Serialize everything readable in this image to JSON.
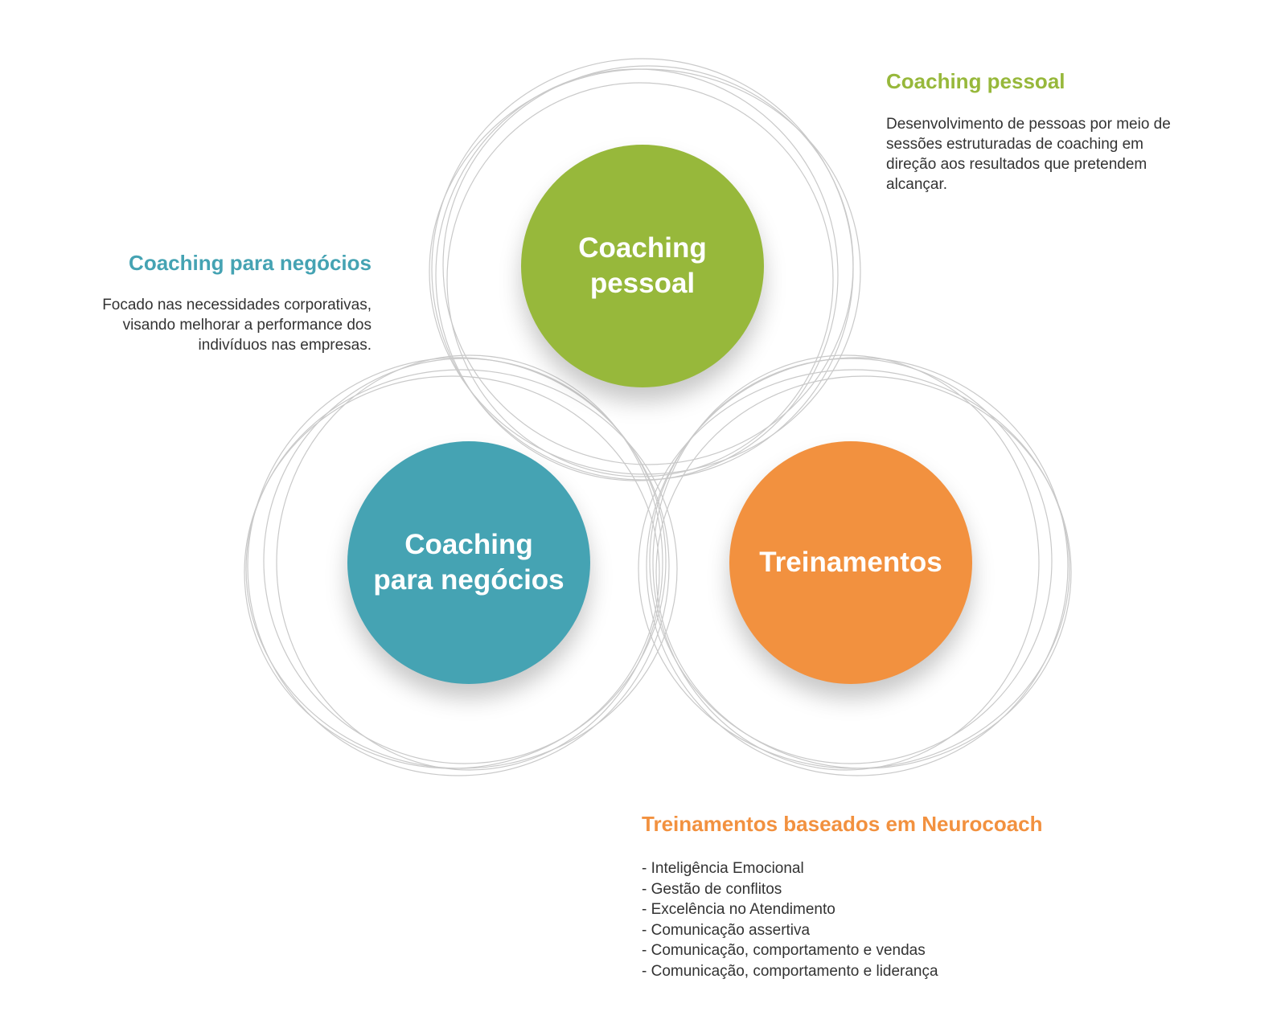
{
  "colors": {
    "green": "#97b83b",
    "blue": "#45a3b3",
    "orange": "#f2913f",
    "ring": "#c9c9c9",
    "text": "#333333"
  },
  "circles": {
    "pessoal": "Coaching pessoal",
    "negocios": "Coaching para negócios",
    "treinamentos": "Treinamentos"
  },
  "pessoal": {
    "title": "Coaching pessoal",
    "description": "Desenvolvimento de pessoas por meio de sessões estruturadas de coaching em direção aos resultados que pretendem alcançar."
  },
  "negocios": {
    "title": "Coaching para negócios",
    "description": "Focado nas necessidades corporativas, visando melhorar a performance dos indivíduos nas empresas."
  },
  "treinamentos": {
    "title": "Treinamentos baseados em Neurocoach",
    "items": [
      "- Inteligência Emocional",
      "- Gestão de conflitos",
      "- Excelência no Atendimento",
      "- Comunicação assertiva",
      "- Comunicação, comportamento e vendas",
      "- Comunicação, comportamento e liderança"
    ]
  }
}
